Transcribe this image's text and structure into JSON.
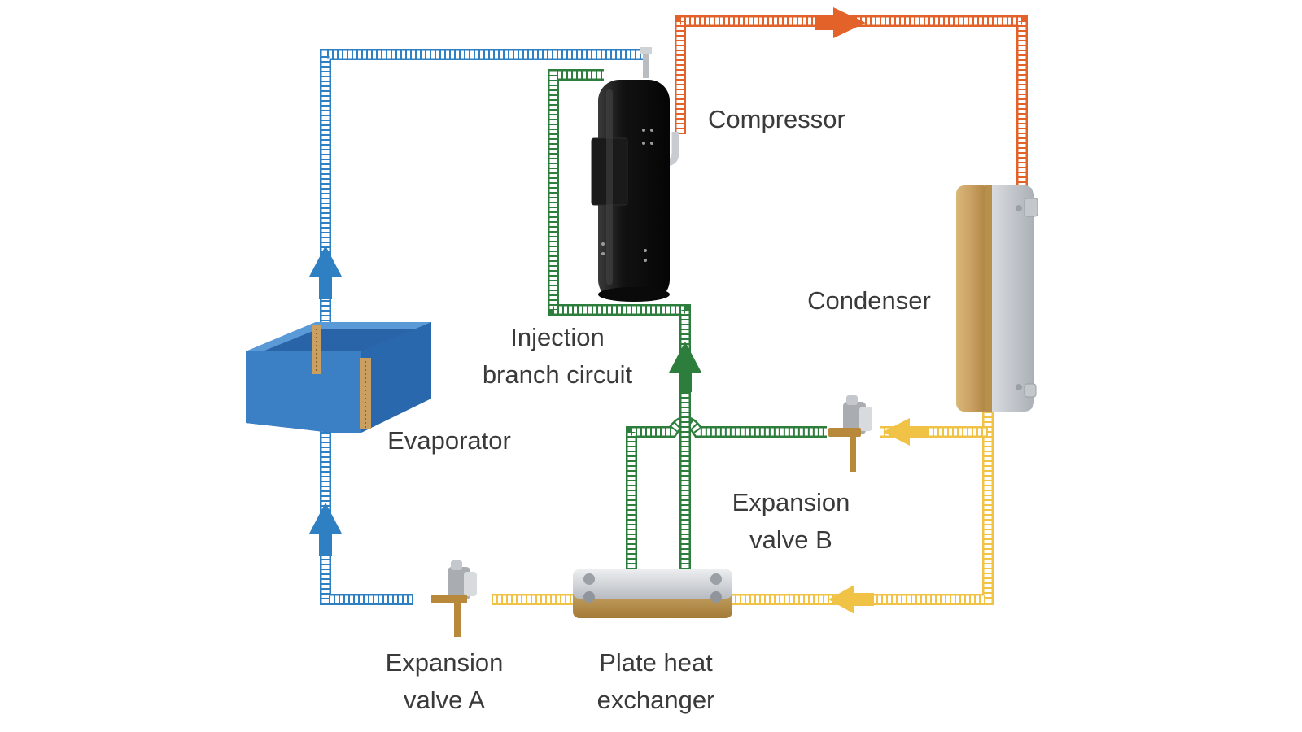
{
  "colors": {
    "suction_line": "#2f7fc3",
    "discharge_line": "#e2622a",
    "liquid_line": "#f0c246",
    "injection_line": "#2d7d3c",
    "valve_brass": "#b8893a",
    "compressor_body": "#111111",
    "exchanger_brass": "#c9a467",
    "evaporator_blue": "#2c6fb5"
  },
  "labels": {
    "compressor": "Compressor",
    "condenser": "Condenser",
    "evaporator": "Evaporator",
    "injection_line1": "Injection",
    "injection_line2": "branch circuit",
    "valve_b_line1": "Expansion",
    "valve_b_line2": "valve B",
    "valve_a_line1": "Expansion",
    "valve_a_line2": "valve A",
    "phe_line1": "Plate heat",
    "phe_line2": "exchanger"
  },
  "icons": {
    "compressor": "compressor-icon",
    "condenser": "condenser-icon",
    "evaporator": "evaporator-icon",
    "valve_a": "expansion-valve-icon",
    "valve_b": "expansion-valve-icon",
    "phe": "plate-heat-exchanger-icon"
  }
}
